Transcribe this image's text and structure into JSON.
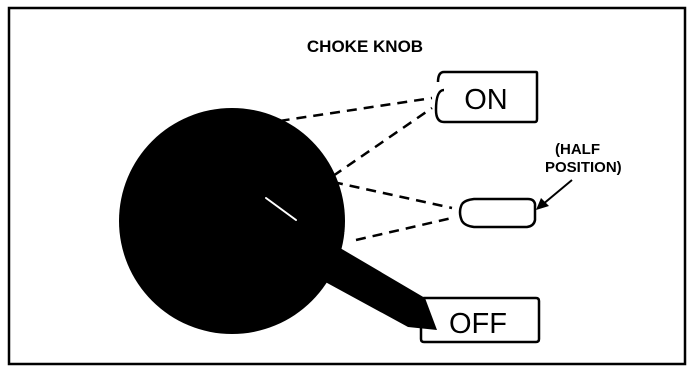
{
  "title": "CHOKE KNOB",
  "positions": {
    "on": {
      "label": "ON"
    },
    "half": {
      "label": "",
      "annotation_line1": "(HALF",
      "annotation_line2": "POSITION)"
    },
    "off": {
      "label": "OFF"
    }
  },
  "colors": {
    "ink": "#000000",
    "paper": "#ffffff"
  }
}
